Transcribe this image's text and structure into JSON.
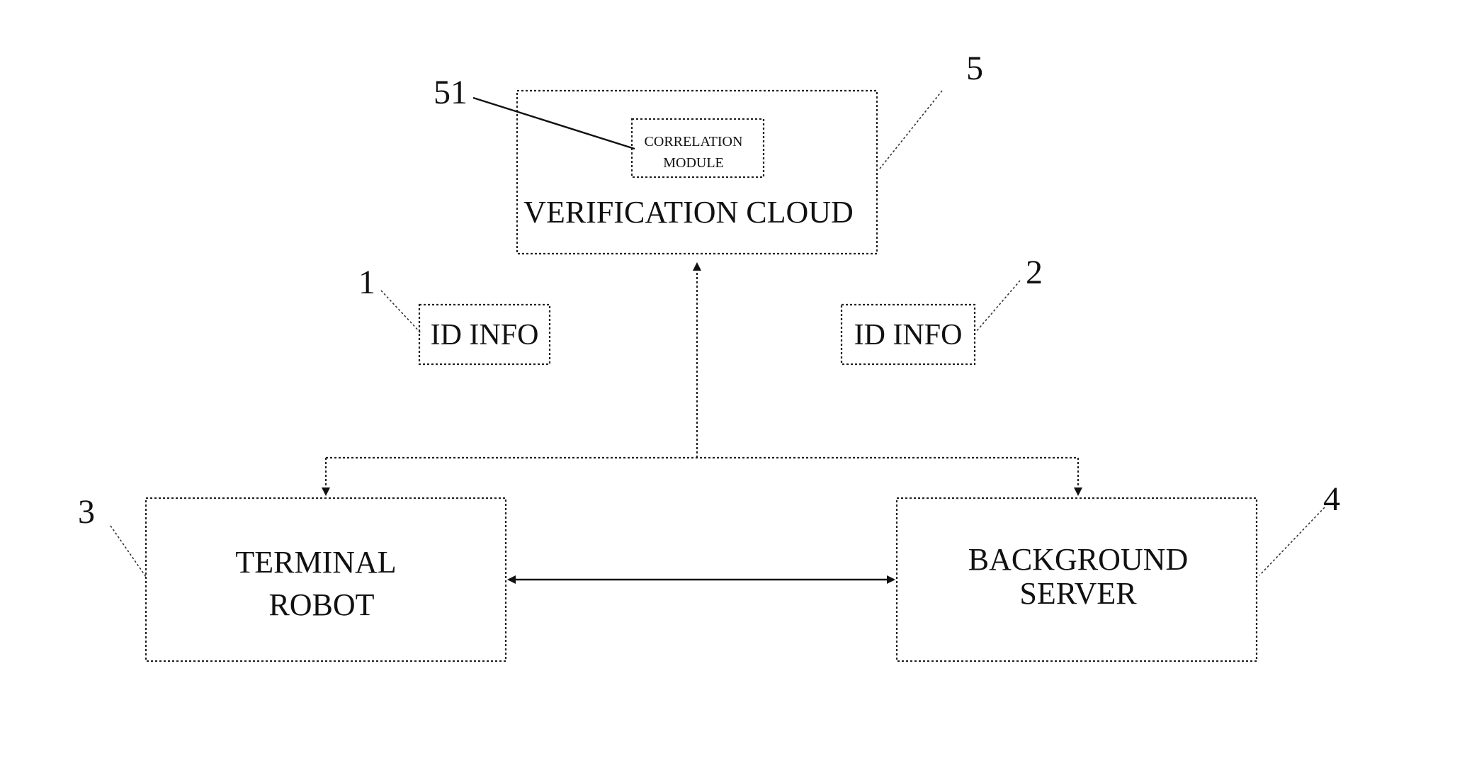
{
  "nodes": {
    "verification_cloud": {
      "label": "VERIFICATION CLOUD"
    },
    "correlation_module": {
      "line1": "CORRELATION",
      "line2": "MODULE"
    },
    "id_info_left": {
      "label": "ID INFO"
    },
    "id_info_right": {
      "label": "ID INFO"
    },
    "terminal_robot": {
      "line1": "TERMINAL",
      "line2": "ROBOT"
    },
    "background_server": {
      "line1": "BACKGROUND",
      "line2": "SERVER"
    }
  },
  "reference_numerals": {
    "id_info_left": "1",
    "id_info_right": "2",
    "terminal_robot": "3",
    "background_server": "4",
    "verification_cloud": "5",
    "correlation_module": "51"
  }
}
